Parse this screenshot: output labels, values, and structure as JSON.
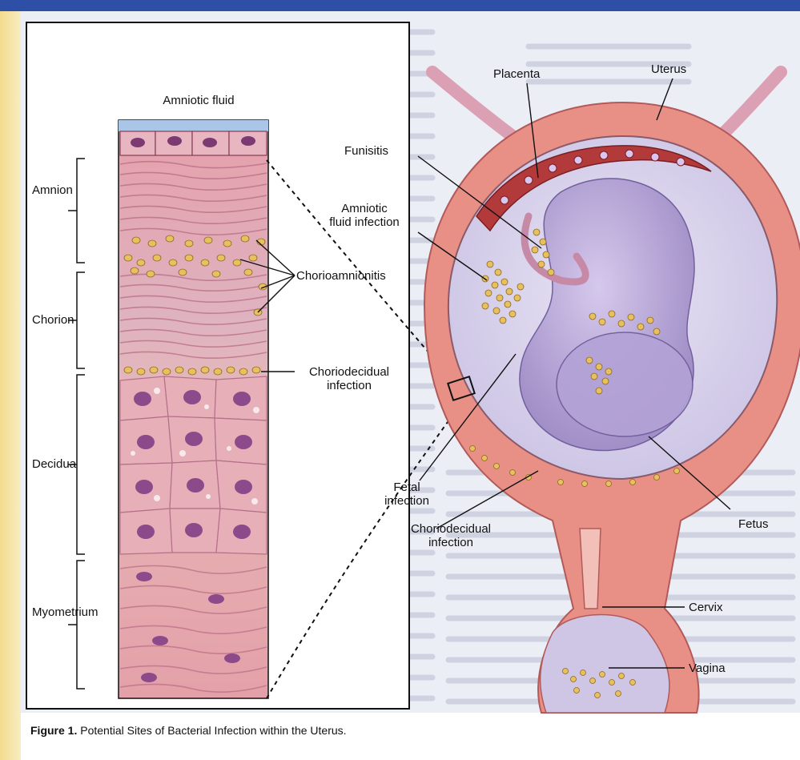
{
  "figure": {
    "caption_label": "Figure 1.",
    "caption_text": "Potential Sites of Bacterial Infection within the Uterus."
  },
  "layer_labels": {
    "amniotic_fluid": "Amniotic fluid",
    "amnion": "Amnion",
    "chorion": "Chorion",
    "decidua": "Decidua",
    "myometrium": "Myometrium"
  },
  "callouts": {
    "chorioamnionitis": "Chorioamnionitis",
    "choriodecidual_infection_line1": "Choriodecidual",
    "choriodecidual_infection_line2": "infection"
  },
  "uterus_labels": {
    "placenta": "Placenta",
    "uterus": "Uterus",
    "funisitis": "Funisitis",
    "amniotic_fluid_infection_line1": "Amniotic",
    "amniotic_fluid_infection_line2": "fluid infection",
    "fetal_infection_line1": "Fetal",
    "fetal_infection_line2": "infection",
    "fetus": "Fetus",
    "choriodecidual_line1": "Choriodecidual",
    "choriodecidual_line2": "infection",
    "cervix": "Cervix",
    "vagina": "Vagina"
  },
  "colors": {
    "page_background": "#ffffff",
    "border_left": "#f2d98a",
    "border_top": "#2d4fa6",
    "uterine_wall": "#e88f86",
    "amniotic_cavity": "#ded8ee",
    "fetus": "#b8a8d8",
    "bacteria": "#e9c060",
    "placenta": "#b23a3a",
    "tissue_pink": "#e4a2ae",
    "tissue_dark": "#c66a80",
    "background_text_panel": "#e9ebf3"
  }
}
